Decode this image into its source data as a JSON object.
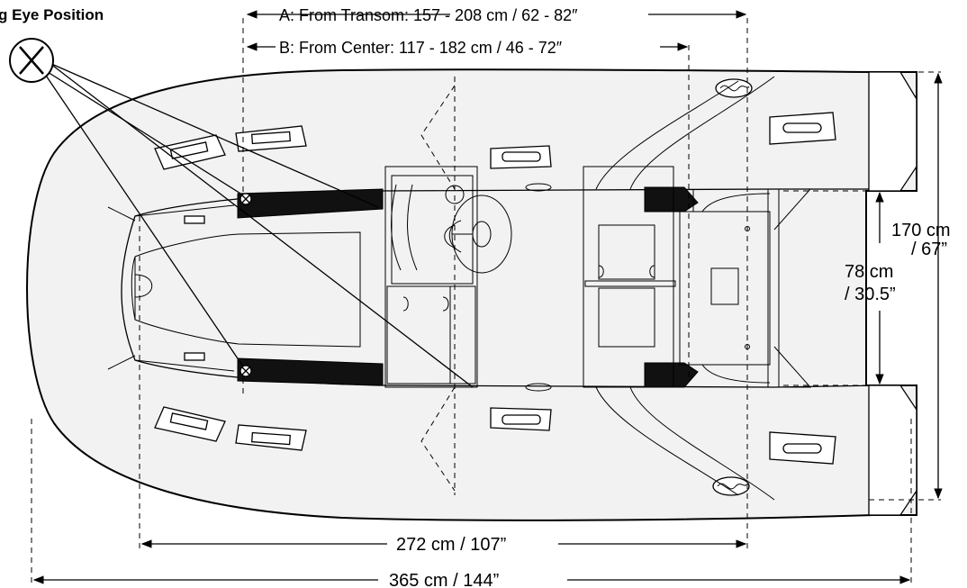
{
  "title": "g Eye Position",
  "dimensions": {
    "from_transom": "A: From Transom: 157 - 208 cm / 62 - 82″",
    "from_center": "B: From Center: 117 - 182 cm / 46 - 72″",
    "width_total_line1": "170 cm",
    "width_total_line2": "/ 67”",
    "width_inner_line1": "78 cm",
    "width_inner_line2": "/ 30.5”",
    "length_inner": "272 cm / 107”",
    "length_total": "365 cm / 144”"
  },
  "icons": {
    "eye_marker": "circled-x-icon",
    "eye_point": "small-circled-x-icon",
    "handle": "lifting-handle-icon",
    "logo": "brand-logo-icon"
  },
  "colors": {
    "stroke": "#000000",
    "hull_fill": "#f2f2f2",
    "pad_fill": "#111111"
  }
}
